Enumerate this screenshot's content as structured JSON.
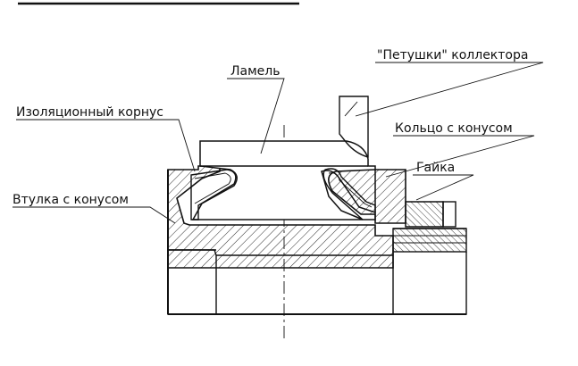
{
  "labels": {
    "lamel": "Ламель",
    "petushki": "\"Петушки\" коллектора",
    "izol": "Изоляционный корнус",
    "koltso": "Кольцо с конусом",
    "gaika": "Гайка",
    "vtulka": "Втулка с конусом"
  },
  "colors": {
    "ink": "#111111",
    "paper": "#ffffff"
  }
}
